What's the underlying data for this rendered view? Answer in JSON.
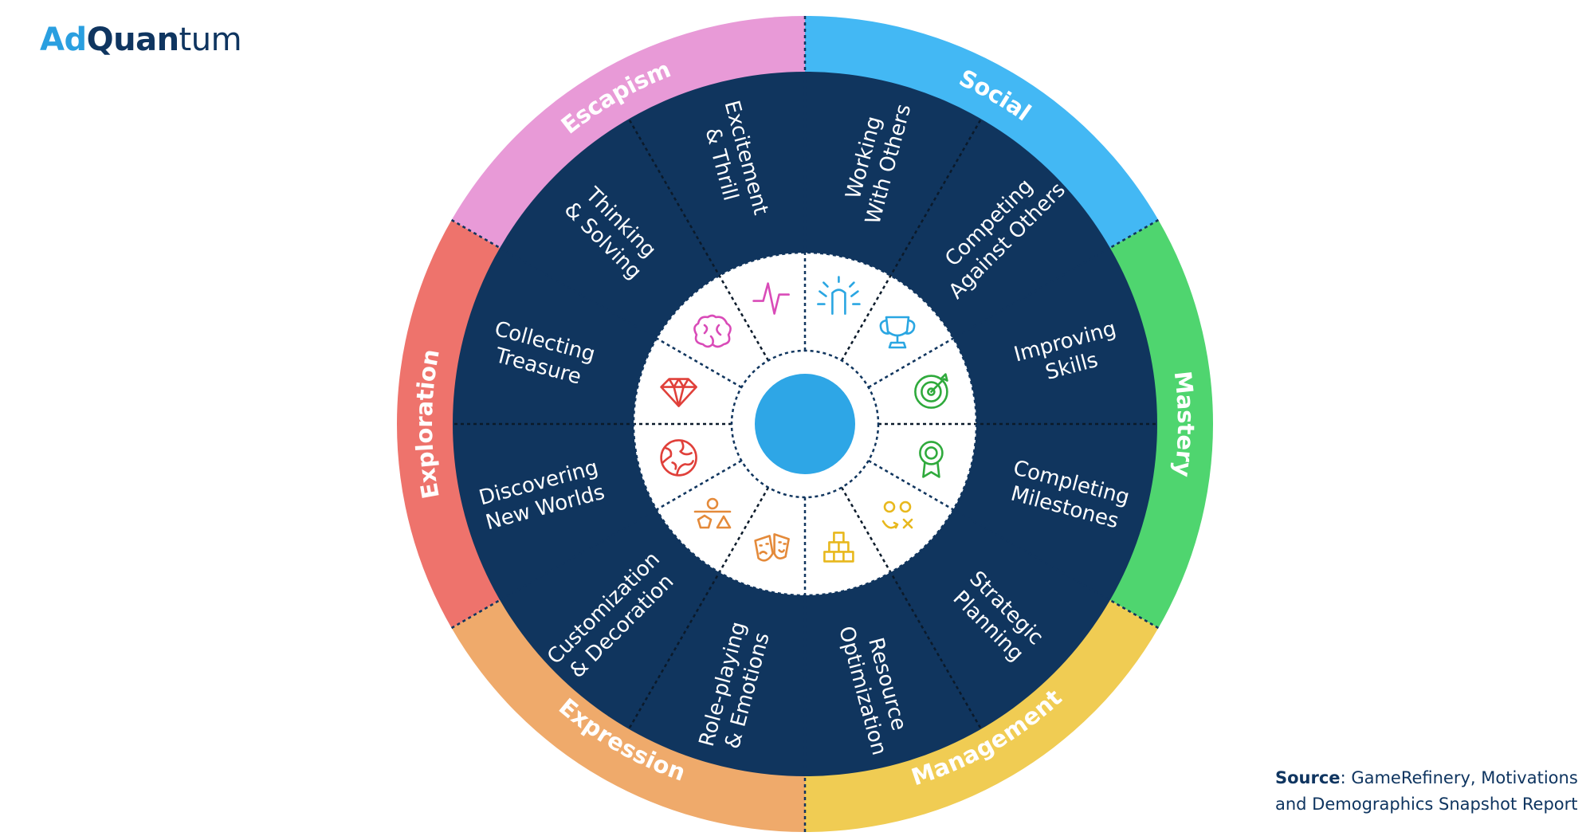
{
  "logo": {
    "part1": "Ad",
    "part2": "Quan",
    "part3": "tum"
  },
  "source": {
    "label": "Source",
    "text": ": GameRefinery, Motivations",
    "text2": "and Demographics Snapshot Report"
  },
  "wheel": {
    "categories": [
      {
        "name": "Social",
        "color": "#43b8f4"
      },
      {
        "name": "Mastery",
        "color": "#4fd56f"
      },
      {
        "name": "Management",
        "color": "#f0cc53"
      },
      {
        "name": "Expression",
        "color": "#efaa6b"
      },
      {
        "name": "Exploration",
        "color": "#ee736c"
      },
      {
        "name": "Escapism",
        "color": "#e89ad7"
      }
    ],
    "segments": [
      {
        "lines": [
          "Working",
          "With Others"
        ],
        "icon": "team-icon",
        "color": "#2aa6e2"
      },
      {
        "lines": [
          "Competing",
          "Against Others"
        ],
        "icon": "trophy-icon",
        "color": "#2aa6e2"
      },
      {
        "lines": [
          "Improving",
          "Skills"
        ],
        "icon": "target-icon",
        "color": "#2faa3c"
      },
      {
        "lines": [
          "Completing",
          "Milestones"
        ],
        "icon": "medal-icon",
        "color": "#2faa3c"
      },
      {
        "lines": [
          "Strategic",
          "Planning"
        ],
        "icon": "strategy-icon",
        "color": "#e8b81d"
      },
      {
        "lines": [
          "Resource",
          "Optimization"
        ],
        "icon": "blocks-icon",
        "color": "#e8b81d"
      },
      {
        "lines": [
          "Role-playing",
          "& Emotions"
        ],
        "icon": "masks-icon",
        "color": "#e48a3a"
      },
      {
        "lines": [
          "Customization",
          "& Decoration"
        ],
        "icon": "shapes-icon",
        "color": "#e48a3a"
      },
      {
        "lines": [
          "Discovering",
          "New Worlds"
        ],
        "icon": "globe-icon",
        "color": "#e0403a"
      },
      {
        "lines": [
          "Collecting",
          "Treasure"
        ],
        "icon": "diamond-icon",
        "color": "#e0403a"
      },
      {
        "lines": [
          "Thinking",
          "& Solving"
        ],
        "icon": "brain-icon",
        "color": "#d94bb8"
      },
      {
        "lines": [
          "Excitement",
          "& Thrill"
        ],
        "icon": "pulse-icon",
        "color": "#d94bb8"
      }
    ],
    "colors": {
      "navy": "#10355e",
      "center": "#2ea6e6",
      "white": "#ffffff"
    }
  }
}
